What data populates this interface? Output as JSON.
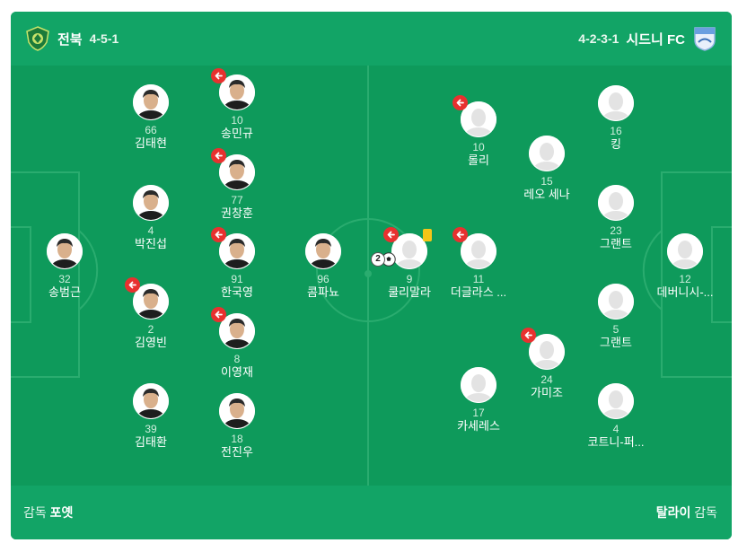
{
  "home": {
    "name": "전북",
    "formation": "4-5-1",
    "coach_label": "감독",
    "coach": "포옛"
  },
  "away": {
    "name": "시드니 FC",
    "formation": "4-2-3-1",
    "coach_label": "감독",
    "coach": "탈라이"
  },
  "colors": {
    "pitch": "#0e9a5b",
    "bar": "#12a466",
    "sub_badge": "#e8312f",
    "yellow_card": "#f5c518"
  },
  "home_players": [
    {
      "number": "32",
      "name": "송범근",
      "sub": false,
      "face": "dark"
    },
    {
      "number": "66",
      "name": "김태현",
      "sub": false,
      "face": "dark"
    },
    {
      "number": "4",
      "name": "박진섭",
      "sub": false,
      "face": "dark"
    },
    {
      "number": "2",
      "name": "김영빈",
      "sub": true,
      "face": "dark"
    },
    {
      "number": "39",
      "name": "김태환",
      "sub": false,
      "face": "dark"
    },
    {
      "number": "10",
      "name": "송민규",
      "sub": true,
      "face": "dark"
    },
    {
      "number": "77",
      "name": "권창훈",
      "sub": true,
      "face": "dark"
    },
    {
      "number": "91",
      "name": "한국영",
      "sub": true,
      "face": "dark"
    },
    {
      "number": "8",
      "name": "이영재",
      "sub": true,
      "face": "dark"
    },
    {
      "number": "18",
      "name": "전진우",
      "sub": false,
      "face": "dark"
    },
    {
      "number": "96",
      "name": "콤파뇨",
      "sub": false,
      "face": "dark"
    }
  ],
  "away_players": [
    {
      "number": "9",
      "name": "쿨리말라",
      "sub": true,
      "yellow_card": true,
      "goals": "2"
    },
    {
      "number": "10",
      "name": "롤리",
      "sub": true
    },
    {
      "number": "11",
      "name": "더글라스 ...",
      "sub": true
    },
    {
      "number": "17",
      "name": "카세레스",
      "sub": false
    },
    {
      "number": "15",
      "name": "레오 세나",
      "sub": false
    },
    {
      "number": "24",
      "name": "가미조",
      "sub": true
    },
    {
      "number": "16",
      "name": "킹",
      "sub": false
    },
    {
      "number": "23",
      "name": "그랜트",
      "sub": false
    },
    {
      "number": "5",
      "name": "그랜트",
      "sub": false
    },
    {
      "number": "4",
      "name": "코트니-퍼...",
      "sub": false
    },
    {
      "number": "12",
      "name": "데버니시-...",
      "sub": false
    }
  ]
}
